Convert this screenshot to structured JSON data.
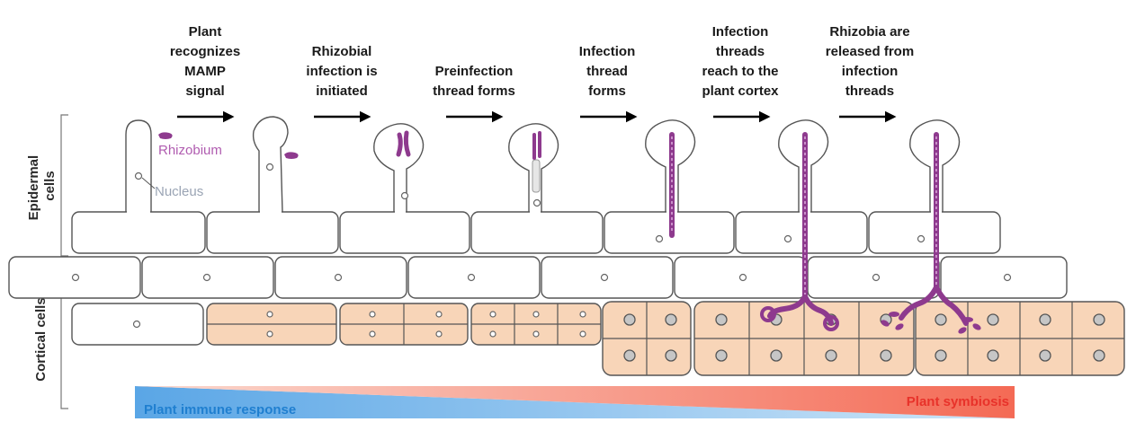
{
  "steps": [
    [
      "Plant",
      "recognizes",
      "MAMP",
      "signal"
    ],
    [
      "Rhizobial",
      "infection is",
      "initiated"
    ],
    [
      "Preinfection",
      "thread forms"
    ],
    [
      "Infection",
      "thread",
      "forms"
    ],
    [
      "Infection",
      "threads",
      "reach to the",
      "plant cortex"
    ],
    [
      "Rhizobia are",
      "released from",
      "infection",
      "threads"
    ]
  ],
  "labels": {
    "rhizobium": "Rhizobium",
    "nucleus": "Nucleus",
    "epidermal": [
      "Epidermal",
      "cells"
    ],
    "cortical": "Cortical cells"
  },
  "gradient_bar": {
    "left_label": "Plant immune response",
    "right_label": "Plant symbiosis"
  },
  "colors": {
    "immune": "#1f7fd0",
    "symbiosis": "#e8322a",
    "rhizobium": "#8e3a8e",
    "rhizobium_label": "#b05cb0",
    "nucleus_label": "#9aa4b4",
    "cortical_fill": "#f8d5b8"
  },
  "icons": [
    "arrow-right-icon",
    "rhizobium-icon",
    "nucleus-icon"
  ]
}
